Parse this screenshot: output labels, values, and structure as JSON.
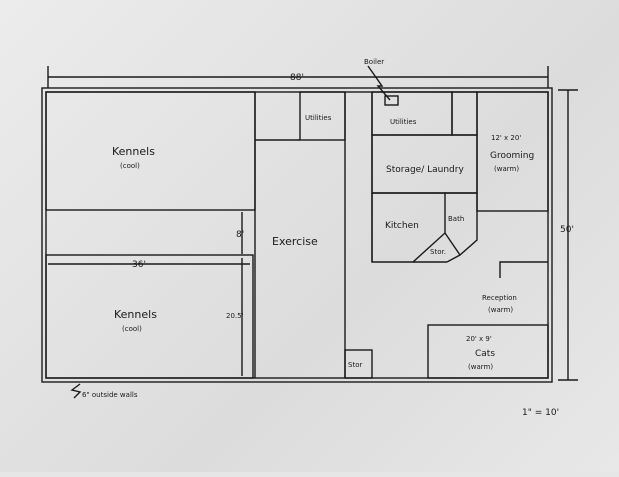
{
  "title": "Floor plan sketch",
  "dimensions": {
    "width": "88'",
    "height": "50'",
    "gap": "8'",
    "kennel_width": "36'",
    "kennel_depth": "20.5'"
  },
  "labels": {
    "boiler": "Boiler",
    "utilities_small": "Utilities",
    "utilities": "Utilities",
    "kennels_top": "Kennels",
    "kennels_top_note": "(cool)",
    "kennels_bottom": "Kennels",
    "kennels_bottom_note": "(cool)",
    "exercise": "Exercise",
    "storage_laundry": "Storage/ Laundry",
    "grooming_size": "12' x 20'",
    "grooming": "Grooming",
    "grooming_note": "(warm)",
    "kitchen": "Kitchen",
    "bath": "Bath",
    "stor_small": "Stor.",
    "reception": "Reception",
    "reception_note": "(warm)",
    "cats_size": "20' x 9'",
    "cats": "Cats",
    "cats_note": "(warm)",
    "stor_bottom": "Stor",
    "outside_walls": "6\" outside walls",
    "scale": "1\" = 10'"
  }
}
